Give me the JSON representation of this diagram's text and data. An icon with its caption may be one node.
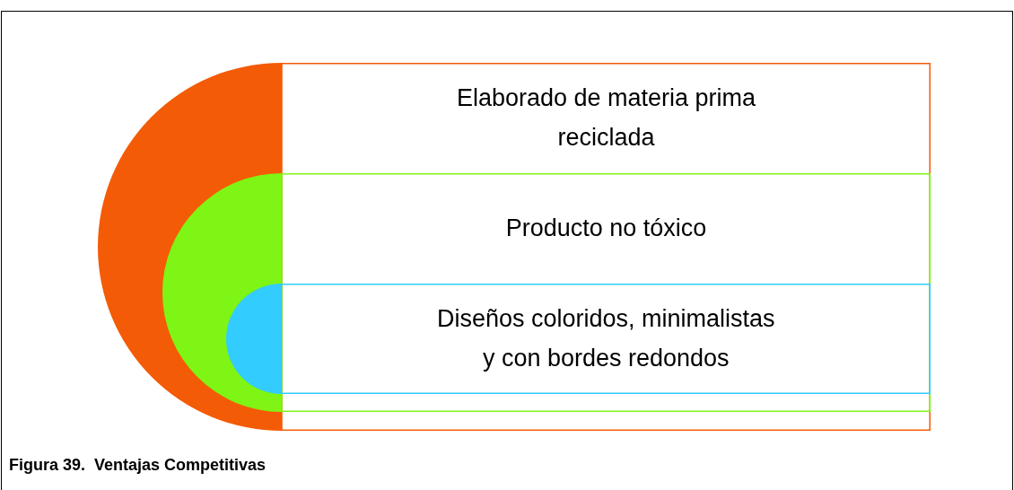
{
  "diagram": {
    "caption": "Figura 39.  Ventajas Competitivas",
    "nodes": [
      {
        "text": [
          "Elaborado de materia prima reciclada"
        ]
      },
      {
        "text": [
          "Producto no tóxico"
        ],
        "in": 0
      },
      {
        "text": [
          "Diseños coloridos, minimalistas y con bordes redondos"
        ],
        "in": 1
      }
    ]
  }
}
